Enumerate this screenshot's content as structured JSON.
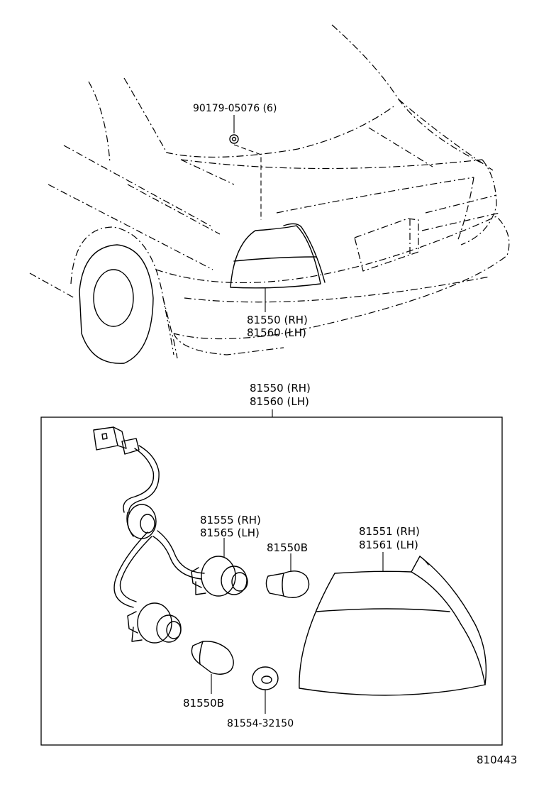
{
  "upper_view": {
    "screw_part_no": "90179-05076 (6)",
    "lamp_assy_rh": "81550 (RH)",
    "lamp_assy_lh": "81560 (LH)"
  },
  "exploded_view": {
    "assy_rh": "81550 (RH)",
    "assy_lh": "81560 (LH)",
    "socket_rh": "81555 (RH)",
    "socket_lh": "81565 (LH)",
    "bulb_upper": "81550B",
    "lens_rh": "81551 (RH)",
    "lens_lh": "81561 (LH)",
    "bulb_lower": "81550B",
    "gasket": "81554-32150"
  },
  "figure_number": "810443"
}
